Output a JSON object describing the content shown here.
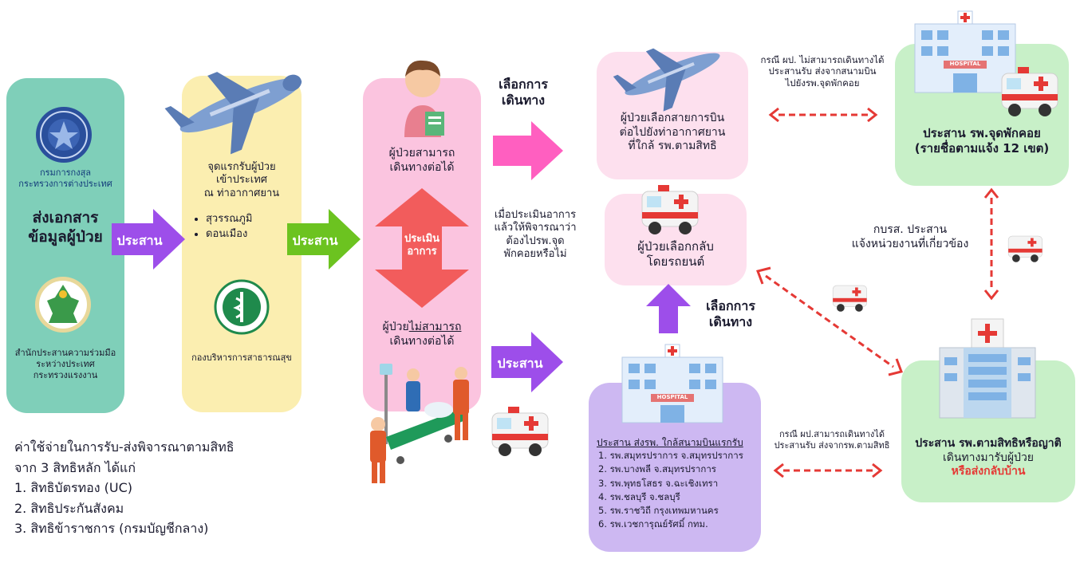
{
  "box1": {
    "org1": [
      "กรมการกงสุล",
      "กระทรวงการต่างประเทศ"
    ],
    "title": [
      "ส่งเอกสาร",
      "ข้อมูลผู้ป่วย"
    ],
    "org2": [
      "สำนักประสานความร่วมมือ",
      "ระหว่างประเทศ",
      "กระทรวงแรงงาน"
    ]
  },
  "arrow1": "ประสาน",
  "box2": {
    "title": [
      "จุดแรกรับผู้ป่วย",
      "เข้าประเทศ",
      "ณ ท่าอากาศยาน"
    ],
    "airports": [
      "สุวรรณภูมิ",
      "ดอนเมือง"
    ],
    "org": "กองบริหารการสาธารณสุข"
  },
  "arrow2": "ประสาน",
  "box3": {
    "can_travel": [
      "ผู้ป่วยสามารถ",
      "เดินทางต่อได้"
    ],
    "assess": [
      "ประเมิน",
      "อาการ"
    ],
    "cannot_prefix": "ผู้ป่วย",
    "cannot_underlined": "ไม่สามารถ",
    "cannot_line2": "เดินทางต่อได้"
  },
  "choose_travel_top": [
    "เลือกการ",
    "เดินทาง"
  ],
  "assess_note": [
    "เมื่อประเมินอาการ",
    "แล้วให้พิจารณาว่า",
    "ต้องไปรพ.จุด",
    "พักคอยหรือไม่"
  ],
  "arrow3": "ประสาน",
  "flight_box": [
    "ผู้ป่วยเลือกสายการบิน",
    "ต่อไปยังท่าอากาศยาน",
    "ที่ใกล้ รพ.ตามสิทธิ"
  ],
  "car_box": [
    "ผู้ป่วยเลือกกลับ",
    "โดยรถยนต์"
  ],
  "choose_travel_mid": [
    "เลือกการ",
    "เดินทาง"
  ],
  "hospital_box": {
    "heading": "ประสาน ส่งรพ. ใกล้สนามบินแรกรับ",
    "items": [
      "1. รพ.สมุทรปราการ จ.สมุทรปราการ",
      "2. รพ.บางพลี จ.สมุทรปราการ",
      "3. รพ.พุทธโสธร จ.ฉะเชิงเทรา",
      "4. รพ.ชลบุรี จ.ชลบุรี",
      "5. รพ.ราชวิถี กรุงเทพมหานคร",
      "6. รพ.เวชการุณย์รัศมิ์ กทม."
    ],
    "hospital_sign": "HOSPITAL"
  },
  "note_top": [
    "กรณี ผป. ไม่สามารถเดินทางได้",
    "ประสานรับ ส่งจากสนามบิน",
    "ไปยังรพ.จุดพักคอย"
  ],
  "note_bottom": [
    "กรณี ผป.สามารถเดินทางได้",
    "ประสานรับ ส่งจากรพ.ตามสิทธิ"
  ],
  "standby_box": [
    "ประสาน รพ.จุดพักคอย",
    "(รายชื่อตามแจ้ง 12 เขต)"
  ],
  "standby_hospital_sign": "HOSPITAL",
  "mid_right_note": [
    "กบรส. ประสาน",
    "แจ้งหน่วยงานที่เกี่ยวข้อง"
  ],
  "rights_box": {
    "lines": [
      "ประสาน รพ.ตามสิทธิหรือญาติ",
      "เดินทางมารับผู้ป่วย"
    ],
    "red_line": "หรือส่งกลับบ้าน"
  },
  "costs": {
    "title": [
      "ค่าใช้จ่ายในการรับ-ส่งพิจารณาตามสิทธิ",
      "จาก 3 สิทธิหลัก ได้แก่"
    ],
    "items": [
      "1. สิทธิบัตรทอง (UC)",
      "2. สิทธิประกันสังคม",
      "3. สิทธิข้าราชการ (กรมบัญชีกลาง)"
    ]
  },
  "colors": {
    "teal": "#7fcfb9",
    "yellow": "#fbeeb0",
    "pink": "#fbc4df",
    "light_pink": "#fde0ee",
    "lavender": "#cdb8f2",
    "green": "#c8f0c8",
    "purple_arrow": "#9d4eea",
    "green_arrow": "#6cc320",
    "pink_arrow": "#ff5fc0",
    "red": "#e53935"
  }
}
